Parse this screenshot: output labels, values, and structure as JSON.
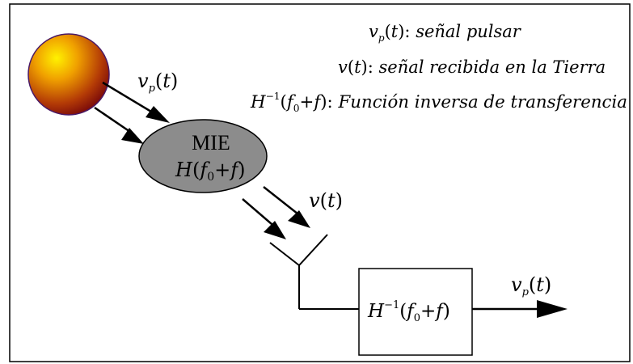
{
  "legend": {
    "line1": "v_p(t): señal pulsar",
    "line2": "v(t): señal recibida en la Tierra",
    "line3": "H^{-1}(f_0+f): Función inversa de transferencia"
  },
  "medium": {
    "title": "MIE",
    "transfer": "H(f_0+f)"
  },
  "filter": {
    "label": "H^{-1}(f_0+f)"
  },
  "signals": {
    "pulsar": "v_p(t)",
    "received": "v(t)",
    "output": "v_p(t)"
  },
  "colors": {
    "border": "#000000",
    "ellipse_fill": "#8c8c8c",
    "star_core": "#ffe100",
    "star_mid": "#e07a00",
    "star_edge": "#8b0d0d"
  }
}
